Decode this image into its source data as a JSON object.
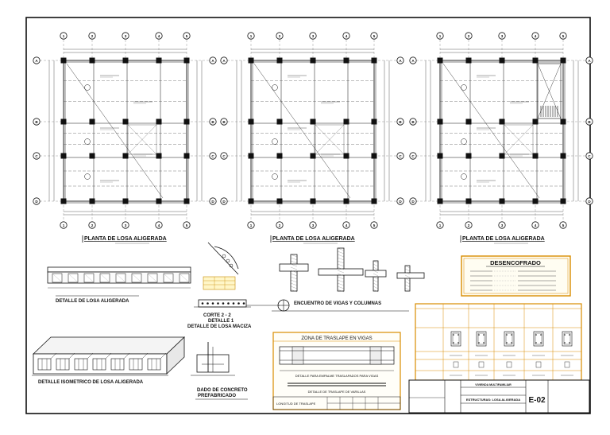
{
  "drawing": {
    "plan_titles": [
      "PLANTA DE LOSA ALIGERADA",
      "PLANTA DE LOSA ALIGERADA",
      "PLANTA DE LOSA ALIGERADA"
    ],
    "details": {
      "losa_aligerada": "DETALLE DE LOSA ALIGERADA",
      "corte": "CORTE 2 - 2",
      "detalle_1": "DETALLE 1",
      "losa_maciza": "DETALLE DE LOSA MACIZA",
      "encuentro": "ENCUENTRO DE VIGAS Y COLUMNAS",
      "isometrico": "DETALLE ISOMETRICO DE LOSA ALIGERADA",
      "dado_line1": "DADO DE CONCRETO",
      "dado_line2": "PREFABRICADO",
      "traslape_title": "ZONA DE TRASLAPE EN VIGAS",
      "empalme": "DETALLE PARA EMPALME TRASLAPADOS PARA VIGAS",
      "varillas": "DETALLE DE TRASLAPE DE VARILLAS",
      "longitud": "LONGITUD DE TRASLAPE"
    },
    "desencofrado": {
      "title": "DESENCOFRADO"
    },
    "title_block": {
      "project": "VIVIENDA MULTIFAMILIAR",
      "sheet_name": "ESTRUCTURAS: LOSA ALIGERADA",
      "sheet_code": "E-02"
    },
    "grid_letters": [
      "A",
      "B",
      "C",
      "D"
    ],
    "grid_numbers": [
      "1",
      "2",
      "3",
      "4",
      "5"
    ]
  }
}
